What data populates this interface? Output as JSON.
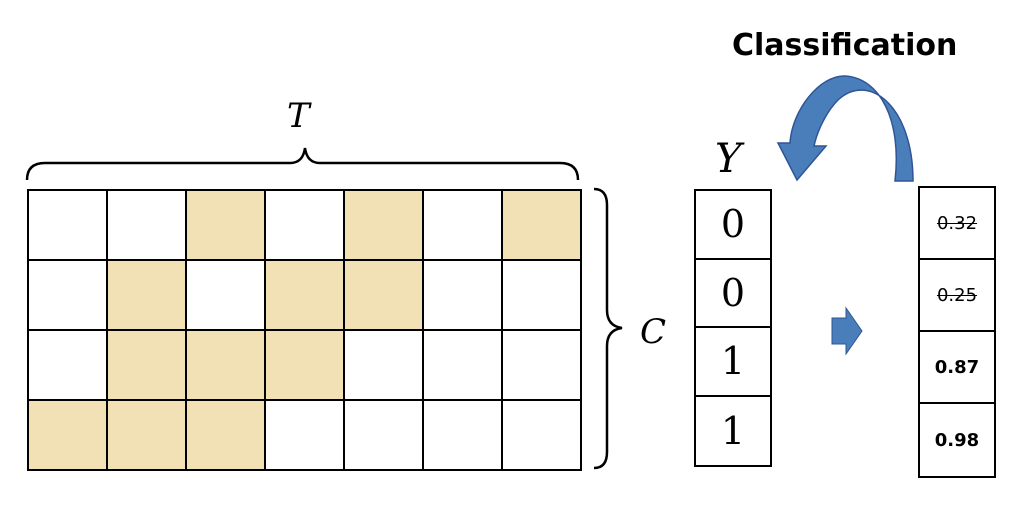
{
  "title": "Classification",
  "labels": {
    "time_axis": "T",
    "class_axis": "C",
    "target": "Y"
  },
  "grid": {
    "rows": 4,
    "cols": 7,
    "cells": [
      [
        0,
        0,
        1,
        0,
        1,
        0,
        1
      ],
      [
        0,
        1,
        0,
        1,
        1,
        0,
        0
      ],
      [
        0,
        1,
        1,
        1,
        0,
        0,
        0
      ],
      [
        1,
        1,
        1,
        0,
        0,
        0,
        0
      ]
    ]
  },
  "targets": [
    "0",
    "0",
    "1",
    "1"
  ],
  "scores": [
    {
      "value": "0.32",
      "style": "struck"
    },
    {
      "value": "0.25",
      "style": "struck"
    },
    {
      "value": "0.87",
      "style": "bold"
    },
    {
      "value": "0.98",
      "style": "bold"
    }
  ],
  "colors": {
    "filled_cell": "#f1e1b5",
    "arrow": "#4a7ebb",
    "arrow_dark": "#2f5597"
  }
}
